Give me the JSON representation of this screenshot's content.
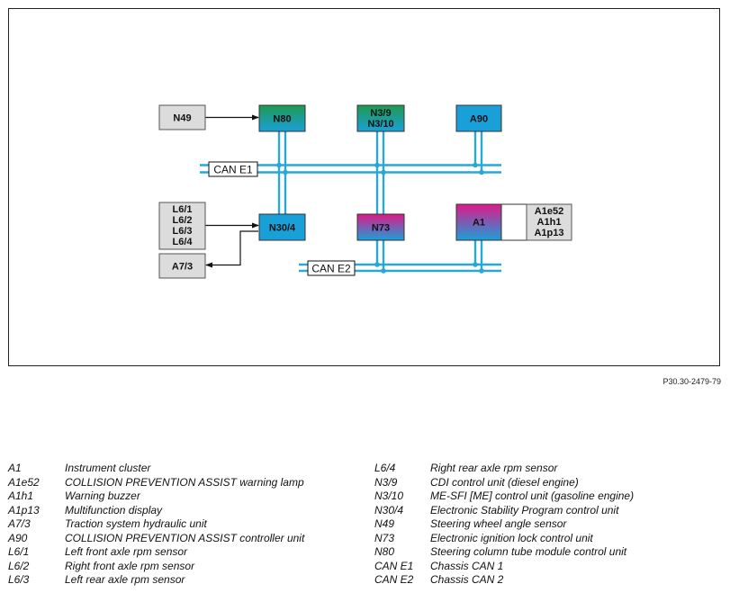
{
  "diagram": {
    "boxes": {
      "n49": "N49",
      "n80": "N80",
      "n39": [
        "N3/9",
        "N3/10"
      ],
      "a90": "A90",
      "l6": [
        "L6/1",
        "L6/2",
        "L6/3",
        "L6/4"
      ],
      "n304": "N30/4",
      "n73": "N73",
      "a1": "A1",
      "a1parts": [
        "A1e52",
        "A1h1",
        "A1p13"
      ],
      "a73": "A7/3"
    },
    "buses": {
      "can_e1": "CAN E1",
      "can_e2": "CAN E2"
    },
    "colors": {
      "bus": "#29a8d6",
      "green_top": "#1f9a50",
      "blue": "#1aa0d8",
      "magenta_top": "#e0188a",
      "gray_box": "#dcdcdc"
    }
  },
  "figure_ref": "P30.30-2479-79",
  "legend": {
    "left": [
      {
        "code": "A1",
        "desc": "Instrument cluster"
      },
      {
        "code": "A1e52",
        "desc": "COLLISION PREVENTION ASSIST warning lamp"
      },
      {
        "code": "A1h1",
        "desc": "Warning buzzer"
      },
      {
        "code": "A1p13",
        "desc": "Multifunction display"
      },
      {
        "code": "A7/3",
        "desc": "Traction system hydraulic unit"
      },
      {
        "code": "A90",
        "desc": "COLLISION PREVENTION ASSIST controller unit"
      },
      {
        "code": "L6/1",
        "desc": "Left front axle rpm sensor"
      },
      {
        "code": "L6/2",
        "desc": "Right front axle rpm sensor"
      },
      {
        "code": "L6/3",
        "desc": "Left rear axle rpm sensor"
      }
    ],
    "right": [
      {
        "code": "L6/4",
        "desc": "Right rear axle rpm sensor"
      },
      {
        "code": "N3/9",
        "desc": "CDI control unit (diesel engine)"
      },
      {
        "code": "N3/10",
        "desc": "ME-SFI [ME] control unit (gasoline engine)"
      },
      {
        "code": "N30/4",
        "desc": "Electronic Stability Program control unit"
      },
      {
        "code": "N49",
        "desc": "Steering wheel angle sensor"
      },
      {
        "code": "N73",
        "desc": "Electronic ignition lock control unit"
      },
      {
        "code": "N80",
        "desc": "Steering column tube module control unit"
      },
      {
        "code": "CAN E1",
        "desc": "Chassis CAN 1"
      },
      {
        "code": "CAN E2",
        "desc": "Chassis CAN 2"
      }
    ]
  }
}
